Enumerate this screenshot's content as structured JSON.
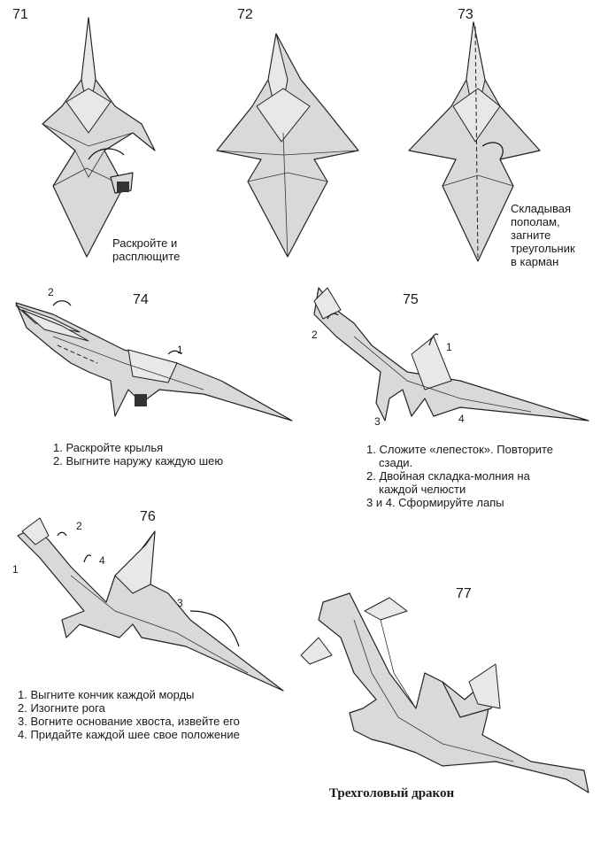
{
  "steps": {
    "s71": {
      "number": "71",
      "caption": [
        "Раскройте и",
        "расплющите"
      ]
    },
    "s72": {
      "number": "72"
    },
    "s73": {
      "number": "73",
      "caption": [
        "Складывая",
        "пополам,",
        "загните",
        "треугольник",
        "в карман"
      ]
    },
    "s74": {
      "number": "74",
      "markers": [
        "2",
        "1"
      ],
      "caption": [
        "1. Раскройте крылья",
        "2. Выгните наружу каждую шею"
      ]
    },
    "s75": {
      "number": "75",
      "markers": [
        "2",
        "1",
        "3",
        "4"
      ],
      "caption": [
        "1. Сложите «лепесток». Повторите",
        "сзади.",
        "2. Двойная складка-молния на",
        "каждой челюсти",
        "3 и 4. Сформируйте лапы"
      ]
    },
    "s76": {
      "number": "76",
      "markers": [
        "2",
        "4",
        "1",
        "3"
      ],
      "caption": [
        "1. Выгните кончик каждой морды",
        "2. Изогните рога",
        "3. Вогните основание хвоста, извейте его",
        "4. Придайте каждой шее свое положение"
      ]
    },
    "s77": {
      "number": "77",
      "title": "Трехголовый дракон"
    }
  }
}
